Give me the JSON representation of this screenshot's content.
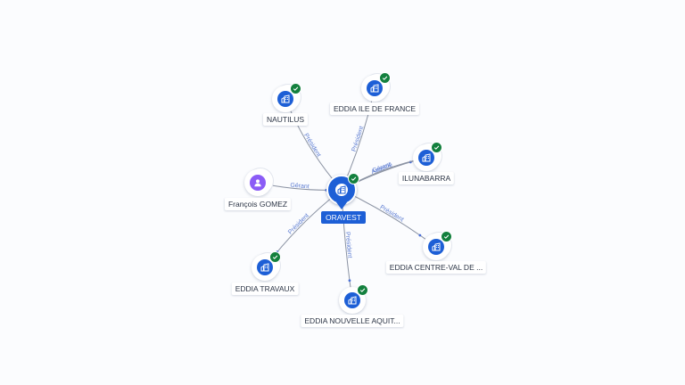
{
  "graph": {
    "center": {
      "label": "ORAVEST",
      "icon": "company-icon",
      "verified": true
    },
    "nodes": [
      {
        "id": "nautilus",
        "label": "NAUTILUS",
        "icon": "company-icon",
        "verified": true
      },
      {
        "id": "eddia-idf",
        "label": "EDDIA ILE DE FRANCE",
        "icon": "company-icon",
        "verified": true
      },
      {
        "id": "ilunabarra",
        "label": "ILUNABARRA",
        "icon": "company-icon",
        "verified": true
      },
      {
        "id": "francois-gomez",
        "label": "François GOMEZ",
        "icon": "person-icon",
        "verified": false
      },
      {
        "id": "eddia-cvl",
        "label": "EDDIA CENTRE-VAL DE ...",
        "icon": "company-icon",
        "verified": true
      },
      {
        "id": "eddia-travaux",
        "label": "EDDIA TRAVAUX",
        "icon": "company-icon",
        "verified": true
      },
      {
        "id": "eddia-na",
        "label": "EDDIA NOUVELLE AQUIT...",
        "icon": "company-icon",
        "verified": true
      }
    ],
    "edges": [
      {
        "from": "center",
        "to": "nautilus",
        "label": "Président"
      },
      {
        "from": "center",
        "to": "eddia-idf",
        "label": "Président"
      },
      {
        "from": "center",
        "to": "ilunabarra",
        "label": "Associé"
      },
      {
        "from": "ilunabarra",
        "to": "center",
        "label": "Gérant"
      },
      {
        "from": "francois-gomez",
        "to": "center",
        "label": "Gérant"
      },
      {
        "from": "center",
        "to": "eddia-cvl",
        "label": "Président"
      },
      {
        "from": "center",
        "to": "eddia-travaux",
        "label": "Président"
      },
      {
        "from": "center",
        "to": "eddia-na",
        "label": "Président"
      }
    ]
  },
  "colors": {
    "company": "#1d5fd6",
    "person": "#8b5cf6",
    "verified": "#13803e",
    "edge_label": "#5b7bd1"
  }
}
